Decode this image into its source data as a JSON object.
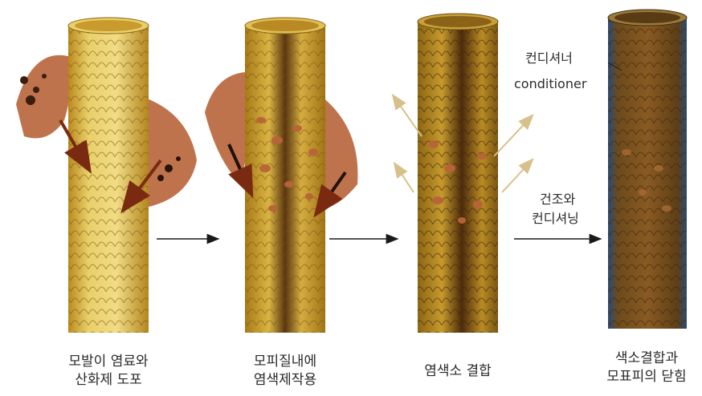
{
  "stages": [
    {
      "caption_lines": [
        "모발이 염료와",
        "산화제 도포"
      ]
    },
    {
      "caption_lines": [
        "모피질내에",
        "염색제작용"
      ]
    },
    {
      "caption_lines": [
        "염색소 결합"
      ]
    },
    {
      "caption_lines": [
        "색소결합과",
        "모표피의 닫힘"
      ]
    }
  ],
  "labels": {
    "conditioner_ko": "컨디셔너",
    "conditioner_en": "conditioner",
    "dry_line1": "건조와",
    "dry_line2": "컨디셔닝"
  },
  "colors": {
    "hair_light": "#e2c25a",
    "hair_mid": "#c89a2a",
    "hair_dark": "#6b3e12",
    "dye_blob": "#b8643a",
    "final_blue": "#2f4f7a",
    "arrow": "#1a1a1a"
  }
}
